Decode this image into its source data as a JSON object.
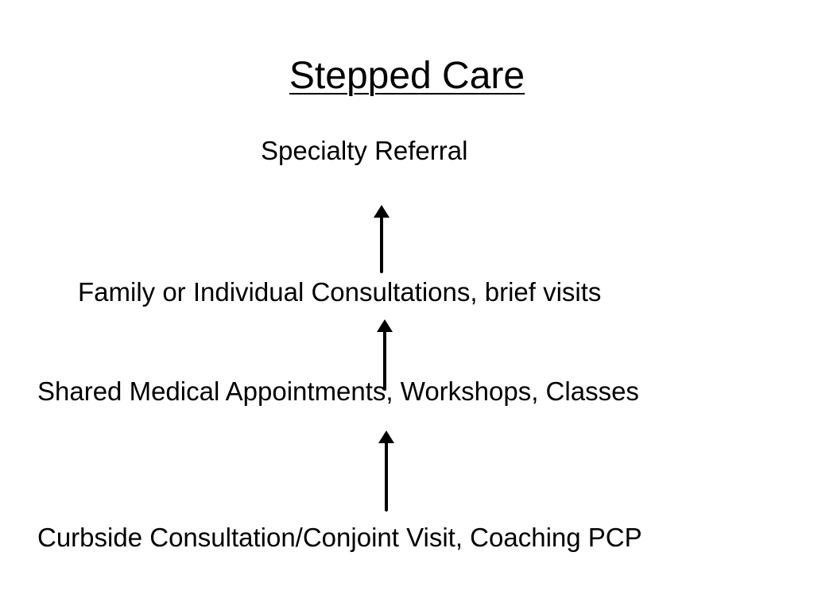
{
  "slide": {
    "title": "Stepped Care",
    "steps": [
      {
        "label": "Specialty Referral"
      },
      {
        "label": "Family or Individual Consultations, brief visits"
      },
      {
        "label": "Shared Medical Appointments, Workshops, Classes"
      },
      {
        "label": "Curbside Consultation/Conjoint Visit, Coaching PCP"
      }
    ],
    "arrows": [
      {
        "from": "Family or Individual Consultations, brief visits",
        "to": "Specialty Referral",
        "icon": "up-arrow-icon"
      },
      {
        "from": "Shared Medical Appointments, Workshops, Classes",
        "to": "Family or Individual Consultations, brief visits",
        "icon": "up-arrow-icon"
      },
      {
        "from": "Curbside Consultation/Conjoint Visit, Coaching PCP",
        "to": "Shared Medical Appointments, Workshops, Classes",
        "icon": "up-arrow-icon"
      }
    ],
    "colors": {
      "background": "#ffffff",
      "text": "#000000",
      "arrow": "#000000"
    }
  }
}
